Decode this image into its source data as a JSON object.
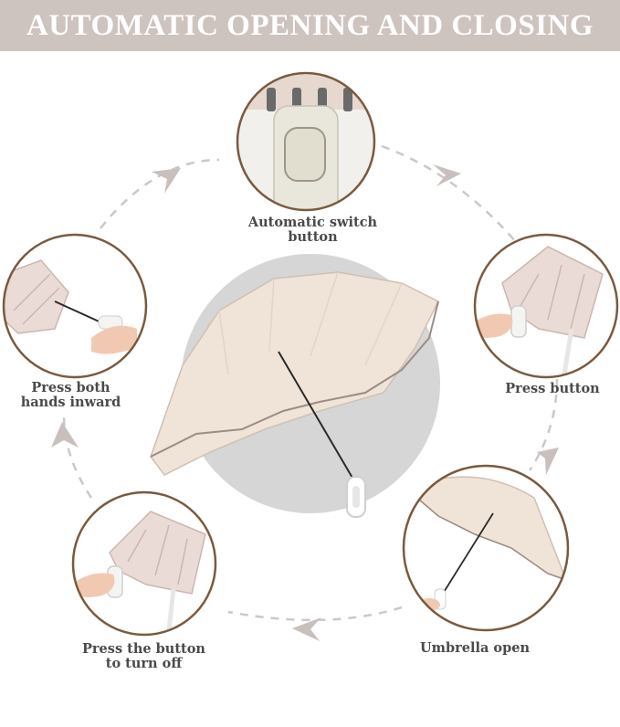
{
  "banner": {
    "title": "AUTOMATIC OPENING AND CLOSING"
  },
  "steps": {
    "switch": {
      "line1": "Automatic switch",
      "line2": "button"
    },
    "press_button": {
      "label": "Press button"
    },
    "umbrella_open": {
      "label": "Umbrella open"
    },
    "turn_off": {
      "line1": "Press the button",
      "line2": "to turn off"
    },
    "press_both": {
      "line1": "Press both",
      "line2": "hands inward"
    }
  },
  "colors": {
    "banner_bg": "#cdc3bf",
    "circle_ring": "#7a5a3e",
    "umbrella_fabric": "#f0e3d8",
    "center_disc": "#d6d6d6",
    "arrow": "#c9bfbc"
  }
}
